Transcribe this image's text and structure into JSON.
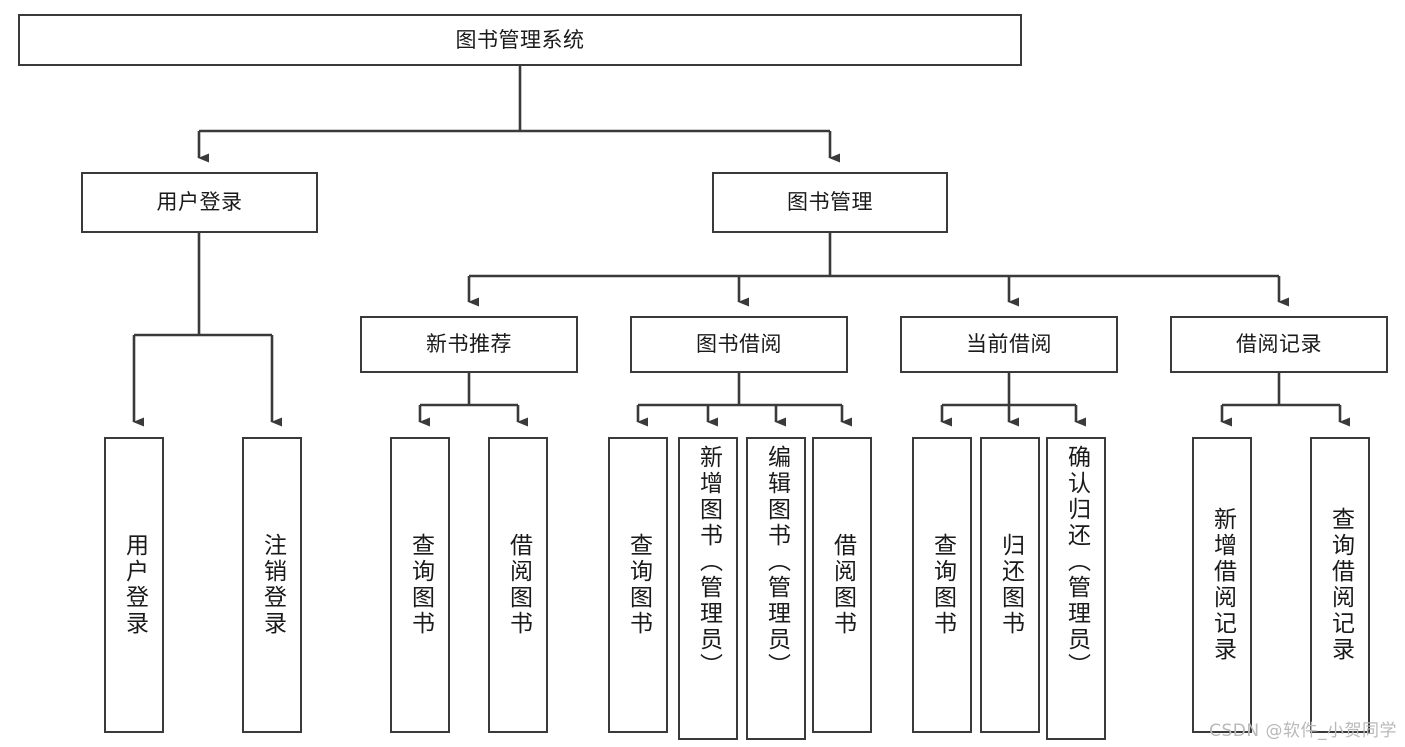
{
  "diagram": {
    "type": "tree",
    "title": "图书管理系统",
    "root": {
      "label": "图书管理系统"
    },
    "level2": [
      {
        "label": "用户登录"
      },
      {
        "label": "图书管理"
      }
    ],
    "level3": [
      {
        "label": "新书推荐"
      },
      {
        "label": "图书借阅"
      },
      {
        "label": "当前借阅"
      },
      {
        "label": "借阅记录"
      }
    ],
    "leaves": {
      "user_login": [
        {
          "label": "用户登录"
        },
        {
          "label": "注销登录"
        }
      ],
      "new_book": [
        {
          "label": "查询图书"
        },
        {
          "label": "借阅图书"
        }
      ],
      "borrow": [
        {
          "label": "查询图书"
        },
        {
          "label": "新增图书（管理员）"
        },
        {
          "label": "编辑图书（管理员）"
        },
        {
          "label": "借阅图书"
        }
      ],
      "current": [
        {
          "label": "查询图书"
        },
        {
          "label": "归还图书"
        },
        {
          "label": "确认归还（管理员）"
        }
      ],
      "records": [
        {
          "label": "新增借阅记录"
        },
        {
          "label": "查询借阅记录"
        }
      ]
    }
  },
  "watermark": {
    "text": "CSDN @软件_小贺同学"
  },
  "colors": {
    "stroke": "#3a3a3a",
    "background": "#ffffff",
    "text": "#1a1a1a",
    "watermark": "#b9b9b9"
  }
}
